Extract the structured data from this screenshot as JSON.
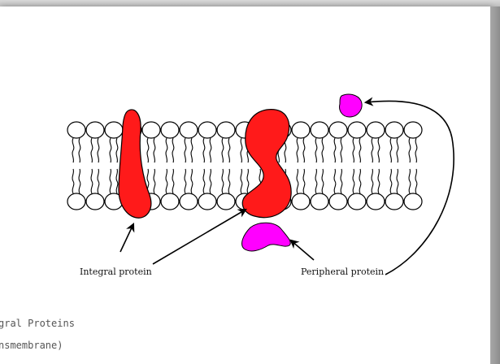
{
  "diagram": {
    "labels": {
      "integral": "Integral protein",
      "peripheral": "Peripheral protein"
    },
    "colors": {
      "integral_protein": "#ff1a1a",
      "peripheral_protein": "#ff00ff",
      "outline": "#000000"
    }
  },
  "caption": {
    "line1": "gral Proteins",
    "line2": "nsmembrane)"
  }
}
